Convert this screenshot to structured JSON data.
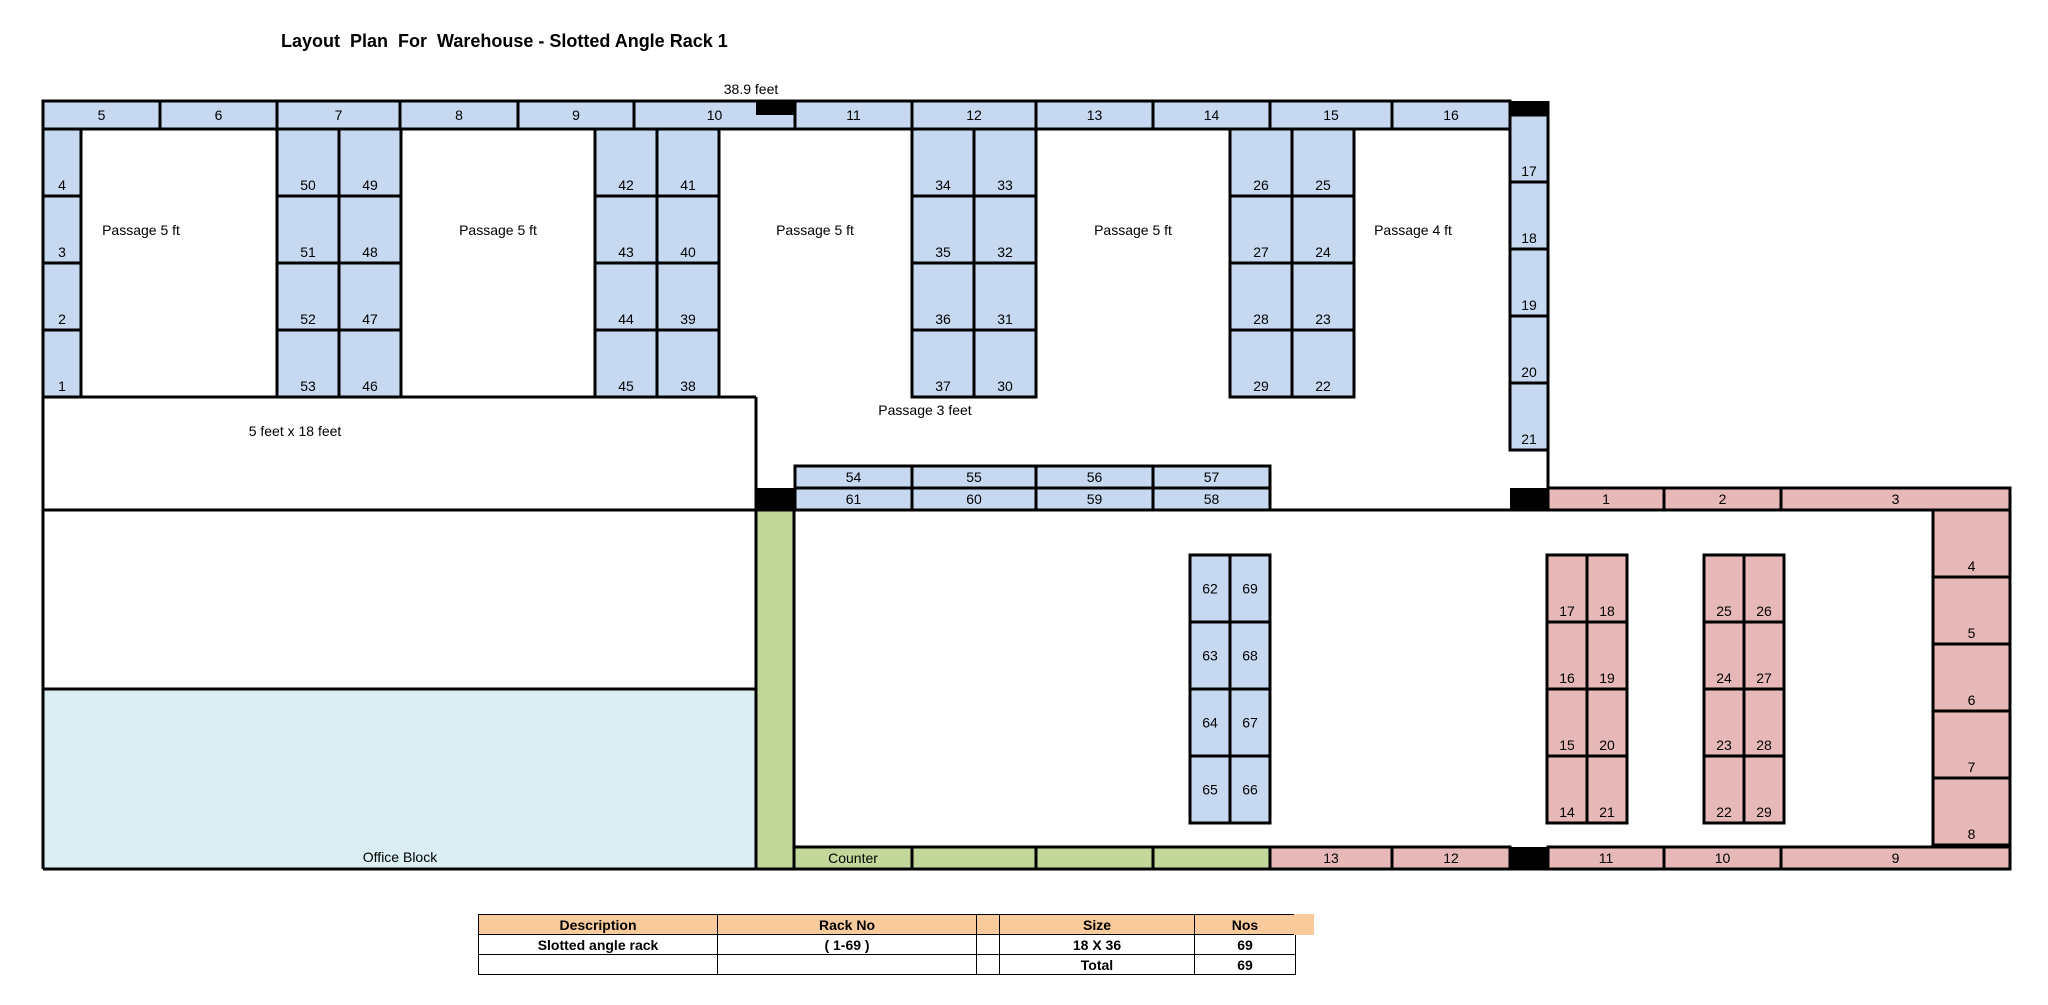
{
  "title": "Layout  Plan  For  Warehouse - Slotted Angle Rack 1",
  "colors": {
    "blue_rack": "#c6d9f1",
    "pink_rack": "#e6b8b7",
    "green": "#c4d79b",
    "office": "#daeef3",
    "pillar": "#000000",
    "header_peach": "#f9cb9c"
  },
  "labels": {
    "width_dimension": "38.9 feet",
    "passages": [
      "Passage 5 ft",
      "Passage 5 ft",
      "Passage 5 ft",
      "Passage 5 ft",
      "Passage 4 ft"
    ],
    "passage_3": "Passage 3 feet",
    "area_size": "5 feet  x  18 feet",
    "office_block": "Office Block",
    "counter": "Counter"
  },
  "blue_racks": {
    "top_row": [
      "5",
      "6",
      "7",
      "8",
      "9",
      "10",
      "11",
      "12",
      "13",
      "14",
      "15",
      "16"
    ],
    "left_wall": [
      "4",
      "3",
      "2",
      "1"
    ],
    "right_wall": [
      "17",
      "18",
      "19",
      "20",
      "21"
    ],
    "column_a": [
      [
        "50",
        "49"
      ],
      [
        "51",
        "48"
      ],
      [
        "52",
        "47"
      ],
      [
        "53",
        "46"
      ]
    ],
    "column_b": [
      [
        "42",
        "41"
      ],
      [
        "43",
        "40"
      ],
      [
        "44",
        "39"
      ],
      [
        "45",
        "38"
      ]
    ],
    "column_c": [
      [
        "34",
        "33"
      ],
      [
        "35",
        "32"
      ],
      [
        "36",
        "31"
      ],
      [
        "37",
        "30"
      ]
    ],
    "column_d": [
      [
        "26",
        "25"
      ],
      [
        "27",
        "24"
      ],
      [
        "28",
        "23"
      ],
      [
        "29",
        "22"
      ]
    ],
    "middle_upper": [
      "54",
      "55",
      "56",
      "57"
    ],
    "middle_lower": [
      "61",
      "60",
      "59",
      "58"
    ],
    "lower_column": [
      [
        "62",
        "69"
      ],
      [
        "63",
        "68"
      ],
      [
        "64",
        "67"
      ],
      [
        "65",
        "66"
      ]
    ]
  },
  "pink_racks": {
    "top_row": [
      "1",
      "2",
      "3"
    ],
    "right_wall": [
      "4",
      "5",
      "6",
      "7",
      "8"
    ],
    "bottom_row": [
      "13",
      "12",
      "11",
      "10",
      "9"
    ],
    "column_e": [
      [
        "17",
        "18"
      ],
      [
        "16",
        "19"
      ],
      [
        "15",
        "20"
      ],
      [
        "14",
        "21"
      ]
    ],
    "column_f": [
      [
        "25",
        "26"
      ],
      [
        "24",
        "27"
      ],
      [
        "23",
        "28"
      ],
      [
        "22",
        "29"
      ]
    ]
  },
  "summary_table": {
    "headers": [
      "Description",
      "Rack No",
      "",
      "Size",
      "Nos"
    ],
    "rows": [
      [
        "Slotted angle rack",
        "( 1-69 )",
        "",
        "18 X 36",
        "69"
      ],
      [
        "",
        "",
        "",
        "Total",
        "69"
      ]
    ]
  }
}
